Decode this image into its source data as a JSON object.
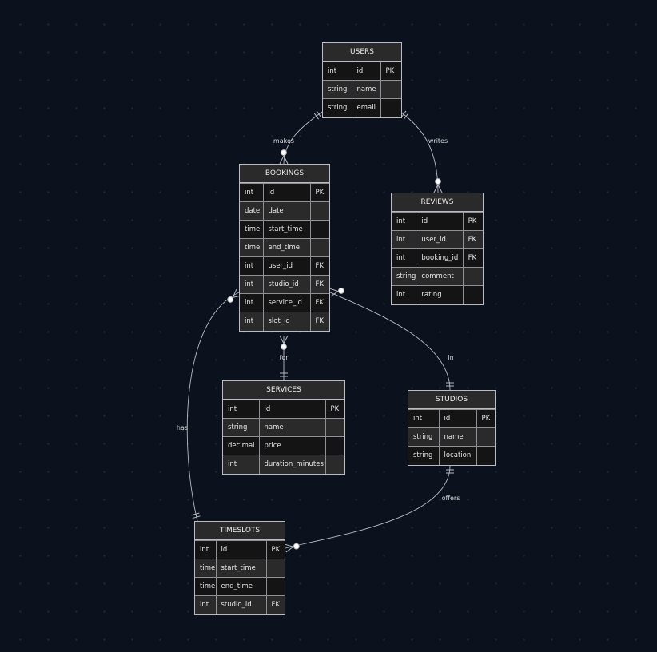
{
  "entities": [
    {
      "key": "users",
      "name": "USERS",
      "attributes": [
        {
          "type": "int",
          "name": "id",
          "key": "PK"
        },
        {
          "type": "string",
          "name": "name",
          "key": ""
        },
        {
          "type": "string",
          "name": "email",
          "key": ""
        }
      ]
    },
    {
      "key": "bookings",
      "name": "BOOKINGS",
      "attributes": [
        {
          "type": "int",
          "name": "id",
          "key": "PK"
        },
        {
          "type": "date",
          "name": "date",
          "key": ""
        },
        {
          "type": "time",
          "name": "start_time",
          "key": ""
        },
        {
          "type": "time",
          "name": "end_time",
          "key": ""
        },
        {
          "type": "int",
          "name": "user_id",
          "key": "FK"
        },
        {
          "type": "int",
          "name": "studio_id",
          "key": "FK"
        },
        {
          "type": "int",
          "name": "service_id",
          "key": "FK"
        },
        {
          "type": "int",
          "name": "slot_id",
          "key": "FK"
        }
      ]
    },
    {
      "key": "reviews",
      "name": "REVIEWS",
      "attributes": [
        {
          "type": "int",
          "name": "id",
          "key": "PK"
        },
        {
          "type": "int",
          "name": "user_id",
          "key": "FK"
        },
        {
          "type": "int",
          "name": "booking_id",
          "key": "FK"
        },
        {
          "type": "string",
          "name": "comment",
          "key": ""
        },
        {
          "type": "int",
          "name": "rating",
          "key": ""
        }
      ]
    },
    {
      "key": "services",
      "name": "SERVICES",
      "attributes": [
        {
          "type": "int",
          "name": "id",
          "key": "PK"
        },
        {
          "type": "string",
          "name": "name",
          "key": ""
        },
        {
          "type": "decimal",
          "name": "price",
          "key": ""
        },
        {
          "type": "int",
          "name": "duration_minutes",
          "key": ""
        }
      ]
    },
    {
      "key": "studios",
      "name": "STUDIOS",
      "attributes": [
        {
          "type": "int",
          "name": "id",
          "key": "PK"
        },
        {
          "type": "string",
          "name": "name",
          "key": ""
        },
        {
          "type": "string",
          "name": "location",
          "key": ""
        }
      ]
    },
    {
      "key": "timeslots",
      "name": "TIMESLOTS",
      "attributes": [
        {
          "type": "int",
          "name": "id",
          "key": "PK"
        },
        {
          "type": "time",
          "name": "start_time",
          "key": ""
        },
        {
          "type": "time",
          "name": "end_time",
          "key": ""
        },
        {
          "type": "int",
          "name": "studio_id",
          "key": "FK"
        }
      ]
    }
  ],
  "relationships": [
    {
      "key": "makes",
      "label": "makes",
      "from": "users",
      "to": "bookings"
    },
    {
      "key": "writes",
      "label": "writes",
      "from": "users",
      "to": "reviews"
    },
    {
      "key": "for",
      "label": "for",
      "from": "services",
      "to": "bookings"
    },
    {
      "key": "in",
      "label": "in",
      "from": "studios",
      "to": "bookings"
    },
    {
      "key": "has",
      "label": "has",
      "from": "timeslots",
      "to": "bookings"
    },
    {
      "key": "offers",
      "label": "offers",
      "from": "studios",
      "to": "timeslots"
    }
  ],
  "colors": {
    "background": "#0b111d",
    "line": "#b9bcc2",
    "header": "#2a2a2a",
    "row_light": "#2a2a2a",
    "row_dark": "#141414",
    "text": "#e6e6e6"
  }
}
